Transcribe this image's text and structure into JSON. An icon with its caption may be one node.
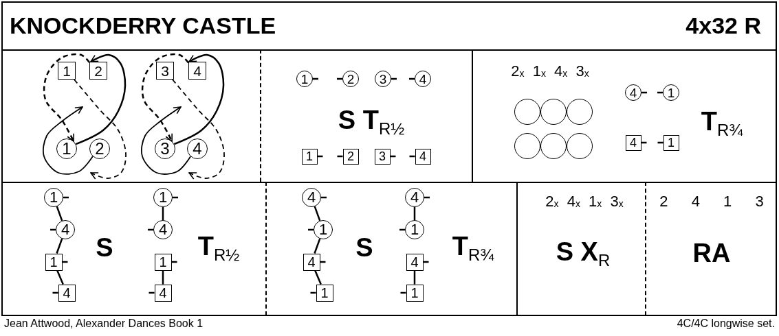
{
  "diagram": {
    "title": "KNOCKDERRY CASTLE",
    "nodes": [
      {
        "text": [],
        "shape": "box"
      },
      {
        "text": [
          "1"
        ],
        "in": 0
      },
      {
        "text": [
          "2"
        ],
        "in": 0
      },
      {
        "text": [
          "3"
        ],
        "in": 0
      },
      {
        "text": [
          "4"
        ],
        "in": 0
      },
      {
        "text": [
          "1"
        ],
        "in": 0
      },
      {
        "text": [
          "2"
        ],
        "in": 0
      },
      {
        "text": [
          "3"
        ],
        "in": 0
      },
      {
        "text": [
          "4"
        ],
        "in": 0
      },
      {
        "text": [
          "S T$_{R½}$"
        ]
      },
      {
        "text": [
          "1"
        ],
        "in": 9
      },
      {
        "text": [
          "2"
        ],
        "in": 9
      },
      {
        "text": [
          "3"
        ],
        "in": 9
      },
      {
        "text": [
          "4"
        ],
        "in": 9
      },
      {
        "text": [
          "1"
        ],
        "in": 9
      },
      {
        "text": [
          "2"
        ],
        "in": 9
      },
      {
        "text": [
          "3"
        ],
        "in": 9
      },
      {
        "text": [
          "4"
        ],
        "in": 9
      },
      {
        "text": [
          "2$_{x}$ 1$_{x}$ 4$_{x}$ 3$_{x}$",
          "T$_{R¾}$"
        ]
      },
      {
        "text": [],
        "shape": "circle",
        "in": 18
      },
      {
        "text": [],
        "shape": "circle",
        "in": 18
      },
      {
        "text": [],
        "shape": "circle",
        "in": 18
      },
      {
        "text": [],
        "shape": "circle",
        "in": 18
      },
      {
        "text": [],
        "shape": "circle",
        "in": 18
      },
      {
        "text": [],
        "shape": "circle",
        "in": 18
      },
      {
        "text": [
          "4"
        ],
        "in": 18
      },
      {
        "text": [
          "1"
        ],
        "in": 18
      },
      {
        "text": [
          "4"
        ],
        "in": 18
      },
      {
        "text": [
          "1"
        ],
        "in": 18
      },
      {
        "text": [
          "S",
          "T$_{R½}$"
        ]
      },
      {
        "text": [
          "1"
        ],
        "in": 29
      },
      {
        "text": [
          "4"
        ],
        "in": 29
      },
      {
        "text": [
          "1"
        ],
        "in": 29
      },
      {
        "text": [
          "4"
        ],
        "in": 29
      },
      {
        "text": [
          "1"
        ],
        "in": 29
      },
      {
        "text": [
          "4"
        ],
        "in": 29
      },
      {
        "text": [
          "1"
        ],
        "in": 29
      },
      {
        "text": [
          "4"
        ],
        "in": 29
      },
      {
        "text": [
          "S",
          "T$_{R¾}$"
        ]
      },
      {
        "text": [
          "4"
        ],
        "in": 38
      },
      {
        "text": [
          "1"
        ],
        "in": 38
      },
      {
        "text": [
          "4"
        ],
        "in": 38
      },
      {
        "text": [
          "1"
        ],
        "in": 38
      },
      {
        "text": [
          "4"
        ],
        "in": 38
      },
      {
        "text": [
          "1"
        ],
        "in": 38
      },
      {
        "text": [
          "4"
        ],
        "in": 38
      },
      {
        "text": [
          "1"
        ],
        "in": 38
      },
      {
        "text": [
          "2$_{x}$ 4$_{x}$ 1$_{x}$ 3$_{x}$",
          "S X$_{R}$"
        ]
      },
      {
        "text": [
          "2 4 1 3",
          "RA"
        ]
      }
    ],
    "edges": [
      {
        "from": 5,
        "to": 2,
        "arrow": "to"
      },
      {
        "from": 6,
        "to": null,
        "arrow": "to"
      },
      {
        "from": 1,
        "to": null,
        "arrow": "to",
        "style": "dashed"
      },
      {
        "from": 2,
        "to": 5,
        "arrow": "to",
        "style": "dashed"
      },
      {
        "from": 7,
        "to": 4,
        "arrow": "to"
      },
      {
        "from": 8,
        "to": null,
        "arrow": "to"
      },
      {
        "from": 3,
        "to": null,
        "arrow": "to",
        "style": "dashed"
      },
      {
        "from": 4,
        "to": 7,
        "arrow": "to",
        "style": "dashed"
      },
      {
        "from": 30,
        "to": 31,
        "arrow": "none"
      },
      {
        "from": 31,
        "to": 32,
        "arrow": "none"
      },
      {
        "from": 32,
        "to": 33,
        "arrow": "none"
      },
      {
        "from": 34,
        "to": 35,
        "arrow": "none"
      },
      {
        "from": 36,
        "to": 37,
        "arrow": "none"
      },
      {
        "from": 39,
        "to": 40,
        "arrow": "none"
      },
      {
        "from": 40,
        "to": 41,
        "arrow": "none"
      },
      {
        "from": 41,
        "to": 42,
        "arrow": "none"
      },
      {
        "from": 43,
        "to": 44,
        "arrow": "none"
      },
      {
        "from": 45,
        "to": 46,
        "arrow": "none"
      }
    ],
    "labels": [
      "4x32 R",
      "Jean Attwood, Alexander Dances Book 1",
      "4C/4C longwise set."
    ]
  }
}
